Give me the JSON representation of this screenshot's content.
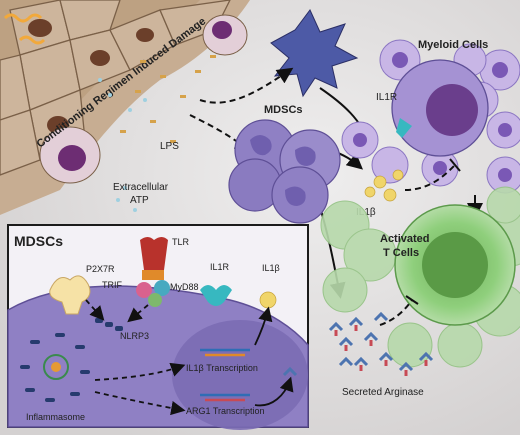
{
  "labels": {
    "damage": "Conditioning Regimen Induced Damage",
    "lps": "LPS",
    "extracellular_atp": [
      "Extracellular",
      "ATP"
    ],
    "mdscs_top": "MDSCs",
    "myeloid_cells": "Myeloid Cells",
    "il1r_top": "IL1R",
    "il1b_top": "IL1β",
    "activated_t_cells": [
      "Activated",
      "T Cells"
    ],
    "secreted_arginase": "Secreted Arginase",
    "inset_title": "MDSCs",
    "p2x7r": "P2X7R",
    "tlr": "TLR",
    "trif": "TRIF",
    "myd88": "MyD88",
    "il1r_inset": "IL1R",
    "il1b_inset": "IL1β",
    "nlrp3": "NLRP3",
    "il1b_transcription": "IL1β Transcription",
    "arg1_transcription": "ARG1 Transcription",
    "inflammasome": "Inflammasome"
  },
  "colors": {
    "background": "#e4e2e2",
    "border": "#1b1b1b",
    "tissue": "#cdb59c",
    "mdsc": "#8f80c4",
    "myeloid": "#b8a3dd",
    "t_cell": "#86c578",
    "il1b": "#f0d56a",
    "arginase": "#4d74b0"
  }
}
